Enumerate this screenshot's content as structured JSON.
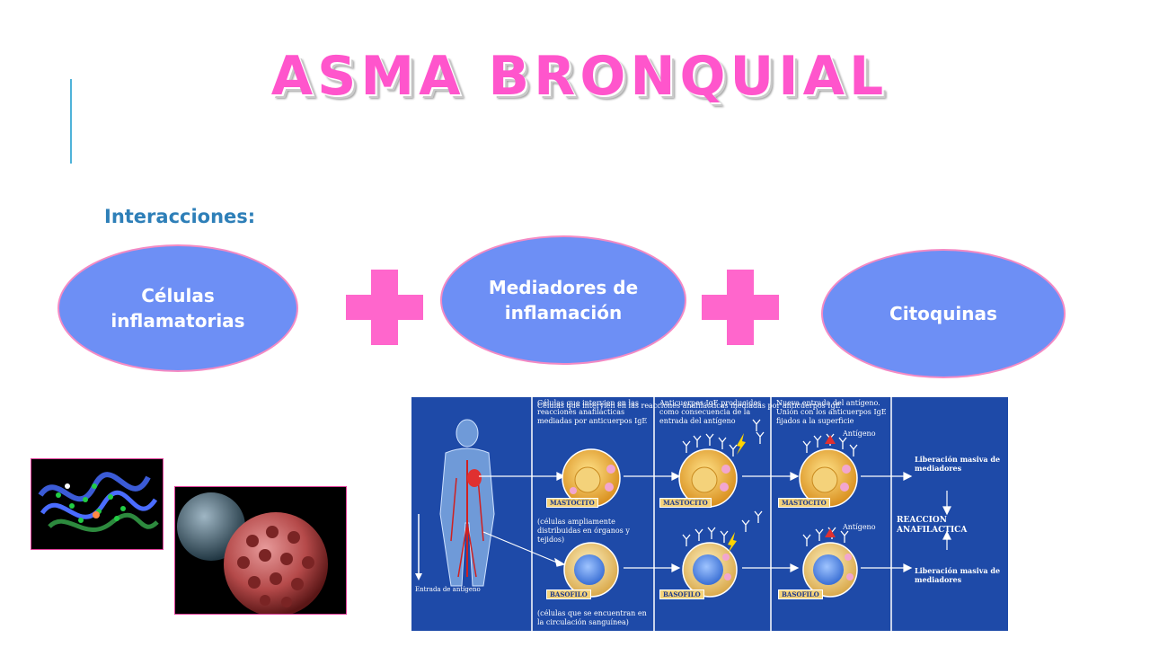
{
  "slide": {
    "title": "ASMA BRONQUIAL",
    "subtitle": "Interacciones:"
  },
  "interactions": [
    {
      "label": "Células inflamatorias"
    },
    {
      "label": "Mediadores de inflamación"
    },
    {
      "label": "Citoquinas"
    }
  ],
  "figure": {
    "col1_header": "Células que intervien en las reacciones anafilácticas mediadas por anticuerpos IgE",
    "col2_header": "Anticuerpos IgE producidos como consecuencia de la entrada del antígeno",
    "col3_header": "Nueva entrada del antígeno. Unión con los anticuerpos IgE fijados a la superficie",
    "entry_label": "Entrada de antígeno",
    "antigen_label_top": "Antígeno",
    "antigen_label_bottom": "Antígeno",
    "mastocito_1": "MASTOCITO",
    "mastocito_2": "MASTOCITO",
    "mastocito_3": "MASTOCITO",
    "basofilo_1": "BASOFILO",
    "basofilo_2": "BASOFILO",
    "basofilo_3": "BASOFILO",
    "mastocito_note": "(células ampliamente distribuidas en órganos y tejidos)",
    "basofilo_note": "(células que se encuentran en la circulación sanguínea)",
    "release_top": "Liberación masiva de mediadores",
    "reaction": "REACCION ANAFILACTICA",
    "release_bottom": "Liberación masiva de mediadores"
  },
  "colors": {
    "title": "#ff55cc",
    "subtitle": "#2e7fb8",
    "oval_fill": "#6d8ff5",
    "oval_border": "#f48ac4",
    "plus": "#ff66cc",
    "figure_bg": "#1e4aa8"
  },
  "icons": [
    "plus-icon",
    "protein-structure-image",
    "virus-cell-image"
  ]
}
